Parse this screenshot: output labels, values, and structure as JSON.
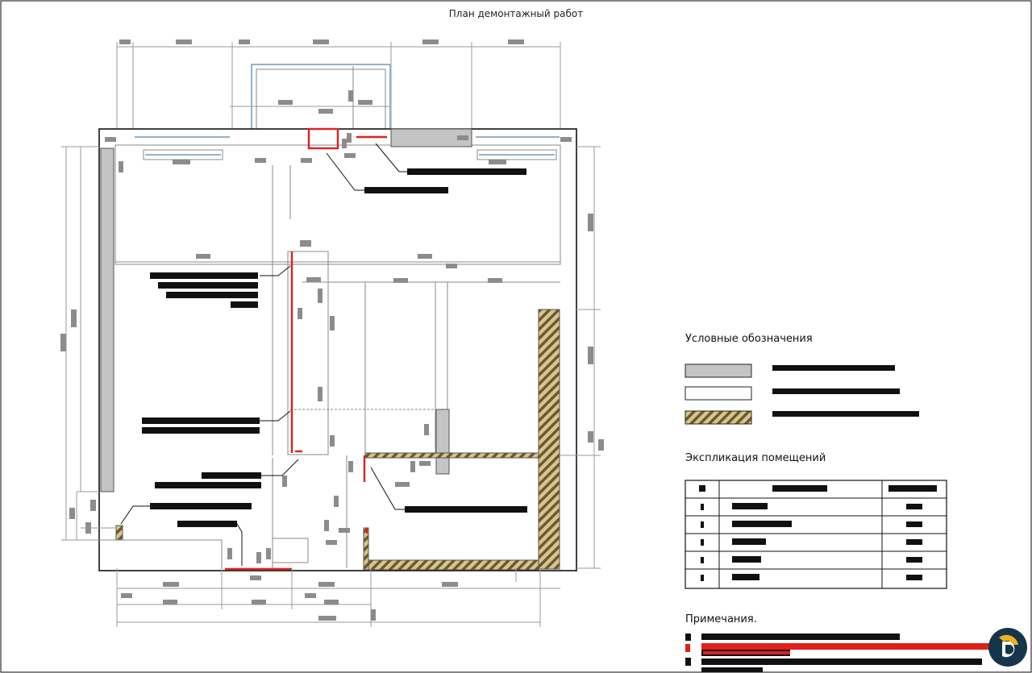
{
  "title": "План демонтажный работ",
  "legend": {
    "heading": "Условные обозначения",
    "items": [
      {
        "swatch": "grey-fill"
      },
      {
        "swatch": "white-fill"
      },
      {
        "swatch": "hatch-fill"
      }
    ]
  },
  "explication": {
    "heading": "Экспликация помещений",
    "rows": 5
  },
  "notes": {
    "heading": "Примечания."
  },
  "colors": {
    "wall": "#111111",
    "demolish": "#e0201c",
    "window": "#8fb3cf",
    "grey_fill": "#c4c4c4",
    "hatch": "#b8a36a",
    "logo_dark": "#14354a",
    "logo_accent": "#f2b01e"
  },
  "icons": {
    "logo": "brand-logo-icon"
  }
}
